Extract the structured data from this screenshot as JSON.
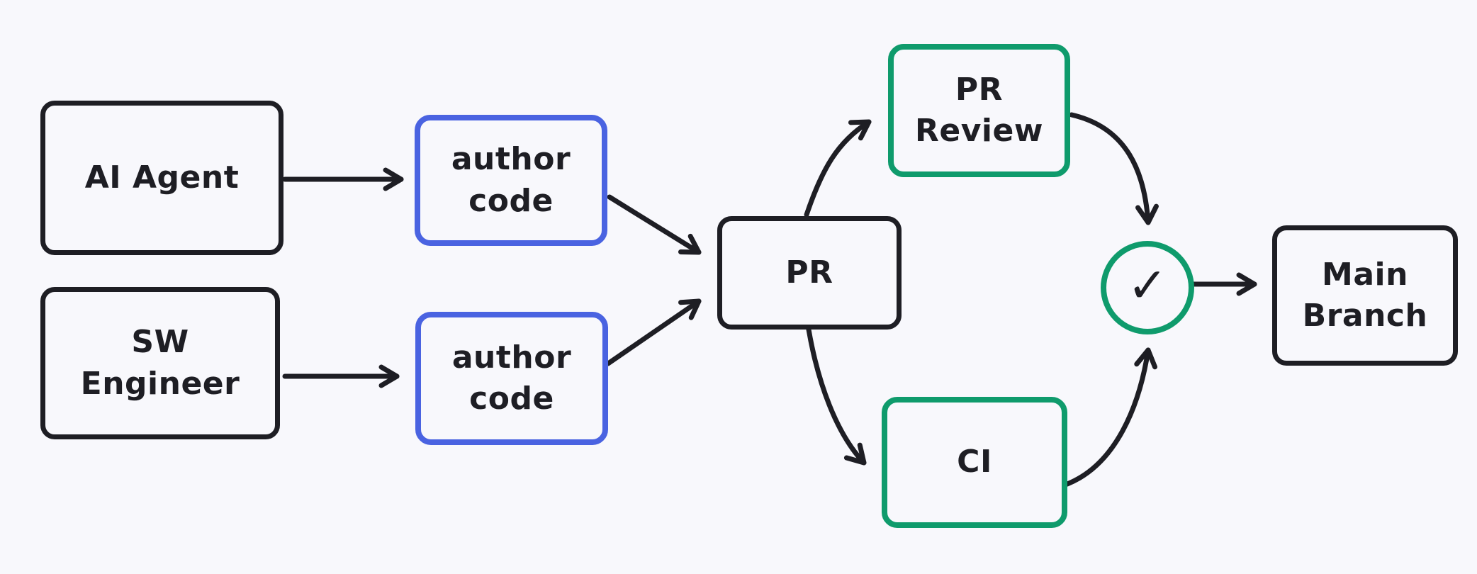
{
  "diagram": {
    "background_color": "#f8f8fc",
    "stroke_color": "#1e1e24",
    "accent_blue": "#4a63e1",
    "accent_green": "#0f9b6c",
    "text_color": "#1e1e24",
    "nodes": {
      "ai_agent": {
        "label": "AI Agent",
        "border_color": "#1e1e24"
      },
      "sw_engineer": {
        "label": "SW\nEngineer",
        "border_color": "#1e1e24"
      },
      "author_code_top": {
        "label": "author\ncode",
        "border_color": "#4a63e1"
      },
      "author_code_bottom": {
        "label": "author\ncode",
        "border_color": "#4a63e1"
      },
      "pr": {
        "label": "PR",
        "border_color": "#1e1e24"
      },
      "pr_review": {
        "label": "PR\nReview",
        "border_color": "#0f9b6c"
      },
      "ci": {
        "label": "CI",
        "border_color": "#0f9b6c"
      },
      "approval": {
        "icon": "✓",
        "border_color": "#0f9b6c"
      },
      "main_branch": {
        "label": "Main\nBranch",
        "border_color": "#1e1e24"
      }
    },
    "edges": [
      {
        "from": "ai_agent",
        "to": "author_code_top"
      },
      {
        "from": "sw_engineer",
        "to": "author_code_bottom"
      },
      {
        "from": "author_code_top",
        "to": "pr"
      },
      {
        "from": "author_code_bottom",
        "to": "pr"
      },
      {
        "from": "pr",
        "to": "pr_review"
      },
      {
        "from": "pr",
        "to": "ci"
      },
      {
        "from": "pr_review",
        "to": "approval"
      },
      {
        "from": "ci",
        "to": "approval"
      },
      {
        "from": "approval",
        "to": "main_branch"
      }
    ]
  }
}
